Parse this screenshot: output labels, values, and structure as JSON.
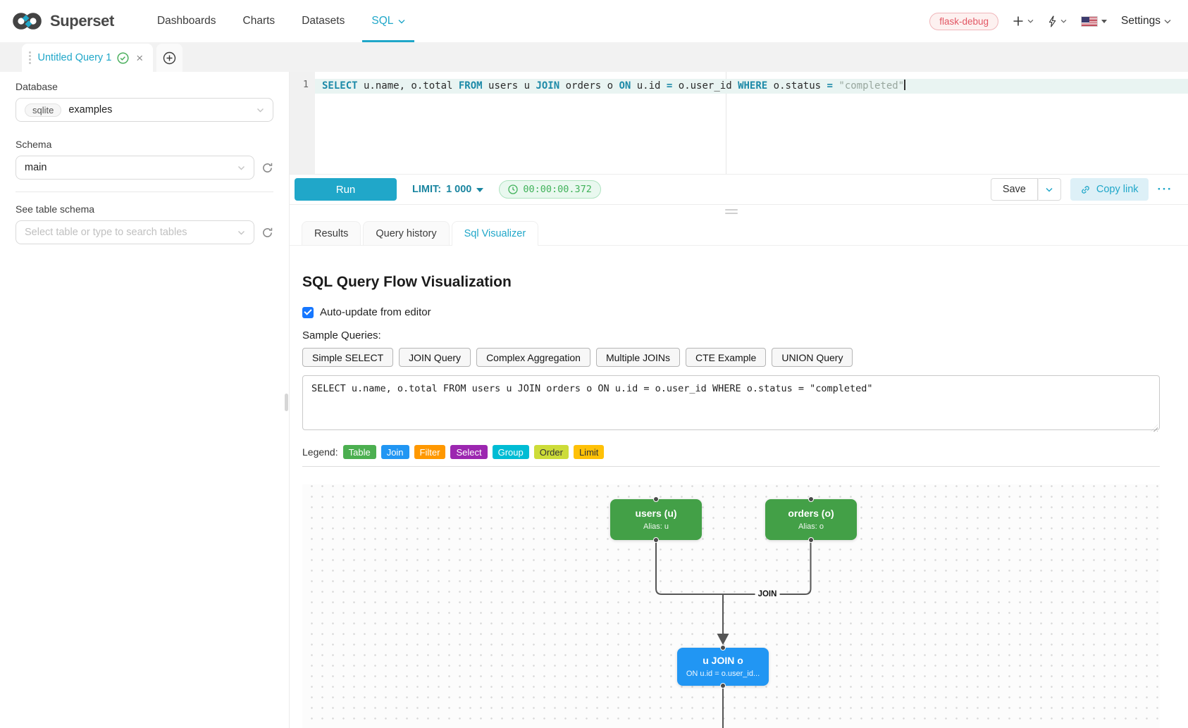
{
  "nav": {
    "brand": "Superset",
    "items": [
      {
        "label": "Dashboards"
      },
      {
        "label": "Charts"
      },
      {
        "label": "Datasets"
      },
      {
        "label": "SQL"
      }
    ],
    "env_badge": "flask-debug",
    "settings": "Settings"
  },
  "query_tab": {
    "title": "Untitled Query 1"
  },
  "sidebar": {
    "database_label": "Database",
    "database_engine": "sqlite",
    "database_value": "examples",
    "schema_label": "Schema",
    "schema_value": "main",
    "table_section_label": "See table schema",
    "table_placeholder": "Select table or type to search tables"
  },
  "editor": {
    "line_number": "1",
    "tokens": [
      {
        "type": "kw",
        "text": "SELECT"
      },
      {
        "type": "plain",
        "text": " u.name, o.total "
      },
      {
        "type": "kw",
        "text": "FROM"
      },
      {
        "type": "plain",
        "text": " users u "
      },
      {
        "type": "kw",
        "text": "JOIN"
      },
      {
        "type": "plain",
        "text": " orders o "
      },
      {
        "type": "kw",
        "text": "ON"
      },
      {
        "type": "plain",
        "text": " u.id "
      },
      {
        "type": "op",
        "text": "="
      },
      {
        "type": "plain",
        "text": " o.user_id "
      },
      {
        "type": "kw",
        "text": "WHERE"
      },
      {
        "type": "plain",
        "text": " o.status "
      },
      {
        "type": "op",
        "text": "="
      },
      {
        "type": "plain",
        "text": " "
      },
      {
        "type": "str",
        "text": "\"completed\""
      }
    ]
  },
  "toolbar": {
    "run": "Run",
    "limit_label": "LIMIT:",
    "limit_value": "1 000",
    "timer": "00:00:00.372",
    "save": "Save",
    "copy_link": "Copy link",
    "more": "···"
  },
  "result_tabs": [
    {
      "label": "Results"
    },
    {
      "label": "Query history"
    },
    {
      "label": "Sql Visualizer"
    }
  ],
  "visualizer": {
    "title": "SQL Query Flow Visualization",
    "auto_update_label": "Auto-update from editor",
    "auto_update_checked": true,
    "sample_queries_label": "Sample Queries:",
    "sample_buttons": [
      "Simple SELECT",
      "JOIN Query",
      "Complex Aggregation",
      "Multiple JOINs",
      "CTE Example",
      "UNION Query"
    ],
    "query_text": "SELECT u.name, o.total FROM users u JOIN orders o ON u.id = o.user_id WHERE o.status = \"completed\"",
    "legend_label": "Legend:",
    "legend": [
      {
        "label": "Table",
        "color": "#4caf50",
        "text_color": "#ffffff"
      },
      {
        "label": "Join",
        "color": "#2196f3",
        "text_color": "#ffffff"
      },
      {
        "label": "Filter",
        "color": "#ff9800",
        "text_color": "#ffffff"
      },
      {
        "label": "Select",
        "color": "#9c27b0",
        "text_color": "#ffffff"
      },
      {
        "label": "Group",
        "color": "#00bcd4",
        "text_color": "#ffffff"
      },
      {
        "label": "Order",
        "color": "#cddc39",
        "text_color": "#333333"
      },
      {
        "label": "Limit",
        "color": "#ffc107",
        "text_color": "#333333"
      }
    ],
    "flow": {
      "nodes": [
        {
          "title": "users (u)",
          "subtitle": "Alias: u",
          "color": "#43a047"
        },
        {
          "title": "orders (o)",
          "subtitle": "Alias: o",
          "color": "#43a047"
        },
        {
          "title": "u JOIN o",
          "subtitle": "ON u.id = o.user_id...",
          "color": "#2196f3"
        }
      ],
      "edge_label": "JOIN"
    }
  }
}
